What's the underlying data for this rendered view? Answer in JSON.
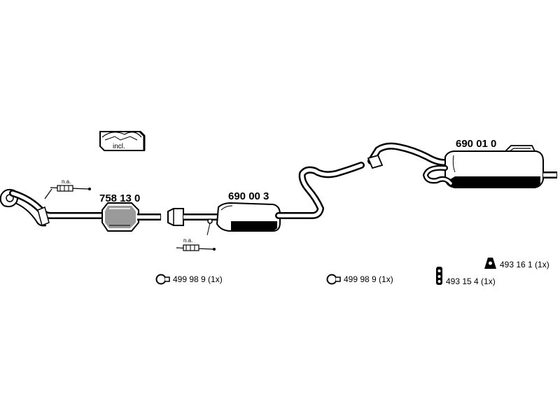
{
  "parts": {
    "catalytic_converter": {
      "number": "758 13 0"
    },
    "middle_silencer": {
      "number": "690 00 3"
    },
    "rear_silencer": {
      "number": "690 01 0"
    }
  },
  "kit_badge": {
    "label": "incl."
  },
  "sensors": [
    {
      "label": "n.a."
    },
    {
      "label": "n.a."
    }
  ],
  "accessories": [
    {
      "icon": "pipe-clamp-icon",
      "label": "499 98 9 (1x)"
    },
    {
      "icon": "pipe-clamp-icon",
      "label": "499 98 9 (1x)"
    },
    {
      "icon": "rubber-hanger-icon",
      "label": "493 15 4 (1x)"
    },
    {
      "icon": "rubber-mount-icon",
      "label": "493 16 1 (1x)"
    }
  ]
}
